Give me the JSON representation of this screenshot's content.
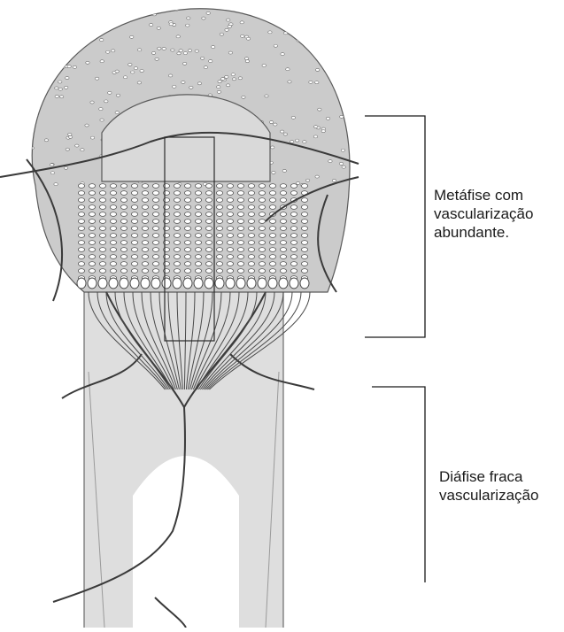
{
  "annotations": {
    "metaphysis": {
      "lines": [
        "Metáfise com",
        "vascularização",
        "abundante."
      ]
    },
    "diaphysis": {
      "lines": [
        "Diáfise fraca",
        "vascularização"
      ]
    }
  },
  "colors": {
    "cartilage": "#c9c9c9",
    "bone": "#d6d6d6",
    "cortex": "#cfcfcf",
    "outline": "#4a4a4a",
    "vessel": "#3a3a3a",
    "background": "#ffffff"
  }
}
